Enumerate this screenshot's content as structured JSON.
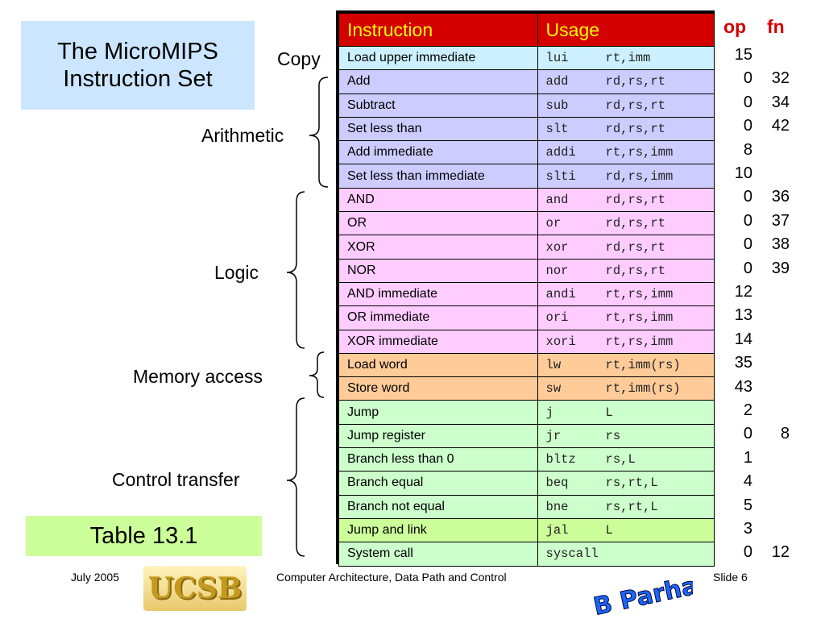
{
  "title": {
    "line1": "The MicroMIPS",
    "line2": "Instruction Set"
  },
  "table_caption": "Table 13.1",
  "header": {
    "instruction": "Instruction",
    "usage": "Usage",
    "op": "op",
    "fn": "fn"
  },
  "groups": {
    "copy": "Copy",
    "arithmetic": "Arithmetic",
    "logic": "Logic",
    "memory": "Memory access",
    "control": "Control transfer"
  },
  "colors": {
    "copy": "#ccf0ff",
    "arithmetic": "#ccccff",
    "logic": "#ffccff",
    "memory": "#ffcc99",
    "control": "#ccffcc",
    "jal": "#ccff99",
    "header": "#d40000"
  },
  "rows": [
    {
      "name": "Load upper immediate",
      "mnemonic": "lui",
      "operands": "rt,imm",
      "op": "15",
      "fn": "",
      "group": "copy"
    },
    {
      "name": "Add",
      "mnemonic": "add",
      "operands": "rd,rs,rt",
      "op": "0",
      "fn": "32",
      "group": "arithmetic"
    },
    {
      "name": "Subtract",
      "mnemonic": "sub",
      "operands": "rd,rs,rt",
      "op": "0",
      "fn": "34",
      "group": "arithmetic"
    },
    {
      "name": "Set less than",
      "mnemonic": "slt",
      "operands": "rd,rs,rt",
      "op": "0",
      "fn": "42",
      "group": "arithmetic"
    },
    {
      "name": "Add immediate",
      "mnemonic": "addi",
      "operands": "rt,rs,imm",
      "op": "8",
      "fn": "",
      "group": "arithmetic"
    },
    {
      "name": "Set less than immediate",
      "mnemonic": "slti",
      "operands": "rd,rs,imm",
      "op": "10",
      "fn": "",
      "group": "arithmetic"
    },
    {
      "name": "AND",
      "mnemonic": "and",
      "operands": "rd,rs,rt",
      "op": "0",
      "fn": "36",
      "group": "logic"
    },
    {
      "name": "OR",
      "mnemonic": "or",
      "operands": "rd,rs,rt",
      "op": "0",
      "fn": "37",
      "group": "logic"
    },
    {
      "name": "XOR",
      "mnemonic": "xor",
      "operands": "rd,rs,rt",
      "op": "0",
      "fn": "38",
      "group": "logic"
    },
    {
      "name": "NOR",
      "mnemonic": "nor",
      "operands": "rd,rs,rt",
      "op": "0",
      "fn": "39",
      "group": "logic"
    },
    {
      "name": "AND immediate",
      "mnemonic": "andi",
      "operands": "rt,rs,imm",
      "op": "12",
      "fn": "",
      "group": "logic"
    },
    {
      "name": "OR immediate",
      "mnemonic": "ori",
      "operands": "rt,rs,imm",
      "op": "13",
      "fn": "",
      "group": "logic"
    },
    {
      "name": "XOR immediate",
      "mnemonic": "xori",
      "operands": "rt,rs,imm",
      "op": "14",
      "fn": "",
      "group": "logic"
    },
    {
      "name": "Load word",
      "mnemonic": "lw",
      "operands": "rt,imm(rs)",
      "op": "35",
      "fn": "",
      "group": "memory"
    },
    {
      "name": "Store word",
      "mnemonic": "sw",
      "operands": "rt,imm(rs)",
      "op": "43",
      "fn": "",
      "group": "memory"
    },
    {
      "name": "Jump",
      "mnemonic": "j",
      "operands": "L",
      "op": "2",
      "fn": "",
      "group": "control"
    },
    {
      "name": "Jump register",
      "mnemonic": "jr",
      "operands": "rs",
      "op": "0",
      "fn": "8",
      "group": "control"
    },
    {
      "name": "Branch less than 0",
      "mnemonic": "bltz",
      "operands": "rs,L",
      "op": "1",
      "fn": "",
      "group": "control"
    },
    {
      "name": "Branch equal",
      "mnemonic": "beq",
      "operands": "rs,rt,L",
      "op": "4",
      "fn": "",
      "group": "control"
    },
    {
      "name": "Branch not equal",
      "mnemonic": "bne",
      "operands": "rs,rt,L",
      "op": "5",
      "fn": "",
      "group": "control"
    },
    {
      "name": "Jump and link",
      "mnemonic": "jal",
      "operands": "L",
      "op": "3",
      "fn": "",
      "group": "jal"
    },
    {
      "name": "System call",
      "mnemonic": "syscall",
      "operands": "",
      "op": "0",
      "fn": "12",
      "group": "control"
    }
  ],
  "footer": {
    "date": "July 2005",
    "course": "Computer Architecture, Data Path and Control",
    "slide": "Slide 6"
  },
  "logos": {
    "ucsb": "UCSB",
    "author": "B Parhami"
  }
}
